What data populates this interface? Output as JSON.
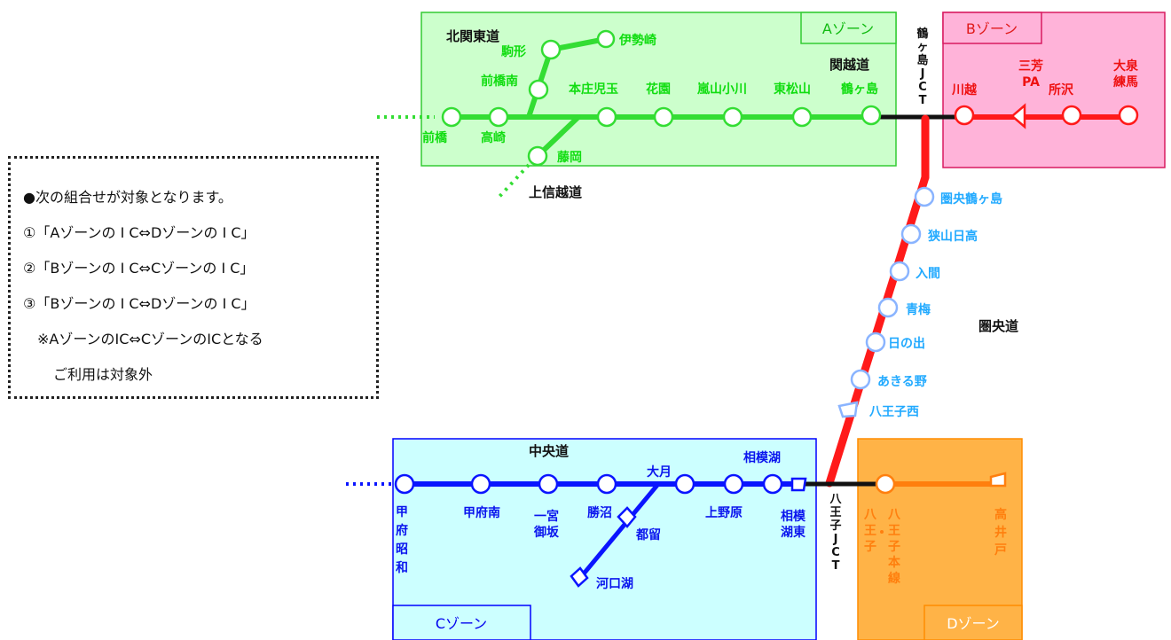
{
  "zones": {
    "a": "Aゾーン",
    "b": "Bゾーン",
    "c": "Cゾーン",
    "d": "Dゾーン"
  },
  "roads": {
    "kita_kanto": "北関東道",
    "kanetsu": "関越道",
    "joshinetsu": "上信越道",
    "kenodo": "圏央道",
    "chuo": "中央道"
  },
  "junctions": {
    "tsurugashima": "鶴ヶ島JCT",
    "hachioji": "八王子JCT"
  },
  "ic": {
    "isesaki": "伊勢崎",
    "komagata": "駒形",
    "maebashi_minami": "前橋南",
    "maebashi": "前橋",
    "takasaki": "高崎",
    "fujioka": "藤岡",
    "honjo_kodama": "本庄児玉",
    "hanazono": "花園",
    "ranzan_ogawa": "嵐山小川",
    "higashi_matsuyama": "東松山",
    "tsurugashima": "鶴ヶ島",
    "kawagoe": "川越",
    "miyoshi_pa": "三芳PA",
    "tokorozawa": "所沢",
    "oizumi_nerima": "大泉練馬",
    "kenou_tsurugashima": "圏央鶴ヶ島",
    "sayama_hidaka": "狭山日高",
    "iruma": "入間",
    "ome": "青梅",
    "hinode": "日の出",
    "akiruno": "あきる野",
    "hachioji_nishi": "八王子西",
    "kofu_showa": "甲府昭和",
    "kofu_minami": "甲府南",
    "ichinomiya_misaka": "一宮御坂",
    "katsunuma": "勝沼",
    "otsuki": "大月",
    "tsuru": "都留",
    "kawaguchiko": "河口湖",
    "uenohara": "上野原",
    "sagamiko": "相模湖",
    "sagamiko_higashi": "相模湖東",
    "hachioji": "八王子",
    "hachioji_honsen": "八王子本線",
    "takaido": "高井戸"
  },
  "notes": {
    "title": "●次の組合せが対象となります。",
    "item1": "①「Aゾーンの I C⇔Dゾーンの I C」",
    "item2": "②「Bゾーンの I C⇔Cゾーンの I C」",
    "item3": "③「Bゾーンの I C⇔Dゾーンの I C」",
    "excl1": "※AゾーンのIC⇔CゾーンのICとなる",
    "excl2": "ご利用は対象外"
  },
  "colors": {
    "zone_a_fill": "#ccffcc",
    "zone_a_stroke": "#33cc33",
    "zone_b_fill": "#ffb3d9",
    "zone_b_stroke": "#d81b60",
    "zone_c_fill": "#ccffff",
    "zone_c_stroke": "#0000ff",
    "zone_d_fill": "#ffb347",
    "zone_d_stroke": "#ff8c00",
    "green_line": "#33dd33",
    "green_text": "#11dd11",
    "red_line": "#ff1a1a",
    "blue_line": "#0a14ff",
    "cyan_text": "#22aaff",
    "orange_line": "#ff7f0e"
  }
}
